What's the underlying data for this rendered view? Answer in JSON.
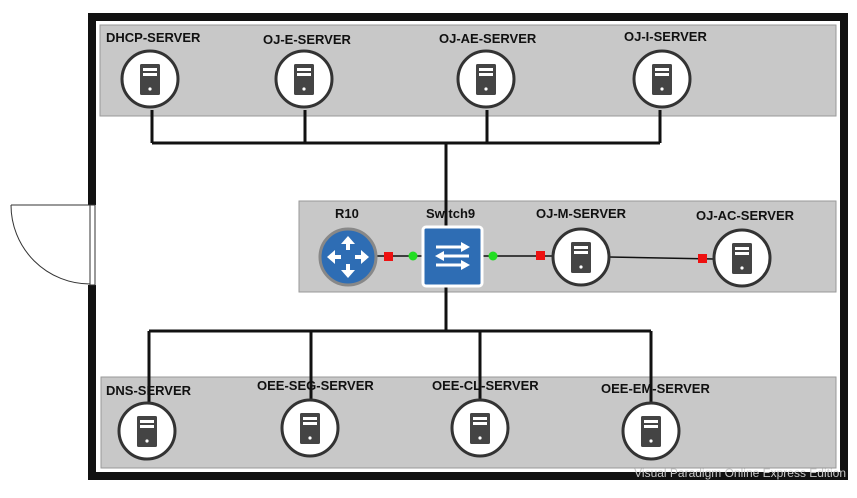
{
  "top_servers": [
    {
      "id": "dhcp",
      "label": "DHCP-SERVER"
    },
    {
      "id": "oj-e",
      "label": "OJ-E-SERVER"
    },
    {
      "id": "oj-ae",
      "label": "OJ-AE-SERVER"
    },
    {
      "id": "oj-i",
      "label": "OJ-I-SERVER"
    }
  ],
  "middle": {
    "router": {
      "label": "R10",
      "icon": "router-icon"
    },
    "switch": {
      "label": "Switch9",
      "icon": "switch-icon"
    },
    "servers": [
      {
        "id": "oj-m",
        "label": "OJ-M-SERVER"
      },
      {
        "id": "oj-ac",
        "label": "OJ-AC-SERVER"
      }
    ]
  },
  "bottom_servers": [
    {
      "id": "dns",
      "label": "DNS-SERVER"
    },
    {
      "id": "oee-seg",
      "label": "OEE-SEG-SERVER"
    },
    {
      "id": "oee-cl",
      "label": "OEE-CL-SERVER"
    },
    {
      "id": "oee-em",
      "label": "OEE-EM-SERVER"
    }
  ],
  "watermark": "Visual Paradigm Online Express Edition",
  "colors": {
    "zone_fill": "#c8c8c8",
    "wall": "#111111",
    "router_blue": "#2e6db4",
    "port_down": "#ee1111",
    "port_up": "#22dd22",
    "server_body": "#444444"
  }
}
